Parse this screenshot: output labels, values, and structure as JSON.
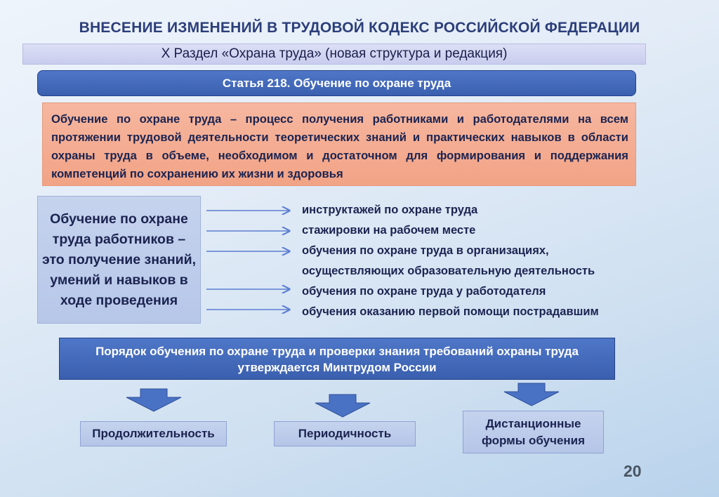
{
  "title": "ВНЕСЕНИЕ ИЗМЕНЕНИЙ В ТРУДОВОЙ КОДЕКС РОССИЙСКОЙ ФЕДЕРАЦИИ",
  "section": "X Раздел «Охрана труда» (новая структура и редакция)",
  "article": "Статья 218. Обучение по охране труда",
  "definition": "Обучение по охране труда – процесс получения работниками и работодателями на всем протяжении трудовой деятельности теоретических знаний и практических навыков в области охраны труда в объеме, необходимом и достаточном для формирования и поддержания компетенций по сохранению их жизни и здоровья",
  "left_box": "Обучение по охране труда работников – это получение знаний, умений и навыков в ходе проведения",
  "list": [
    "инструктажей по охране труда",
    "стажировки на рабочем месте",
    "обучения по охране труда в организациях,",
    "осуществляющих образовательную деятельность",
    "обучения по охране труда у работодателя",
    "обучения оказанию первой помощи пострадавшим"
  ],
  "order": {
    "line1": "Порядок обучения по охране труда и проверки знания требований охраны труда",
    "line2": "утверждается Минтрудом России"
  },
  "boxes": {
    "duration": "Продолжительность",
    "periodicity": "Периодичность",
    "distance_line1": "Дистанционные",
    "distance_line2": "формы обучения"
  },
  "page_number": "20",
  "colors": {
    "title": "#2c3e7a",
    "accent_blue": "#3a5fae",
    "definition_bg": "#f2a386",
    "light_blue_box": "#b7c7e8",
    "arrow": "#5b7ed1"
  }
}
